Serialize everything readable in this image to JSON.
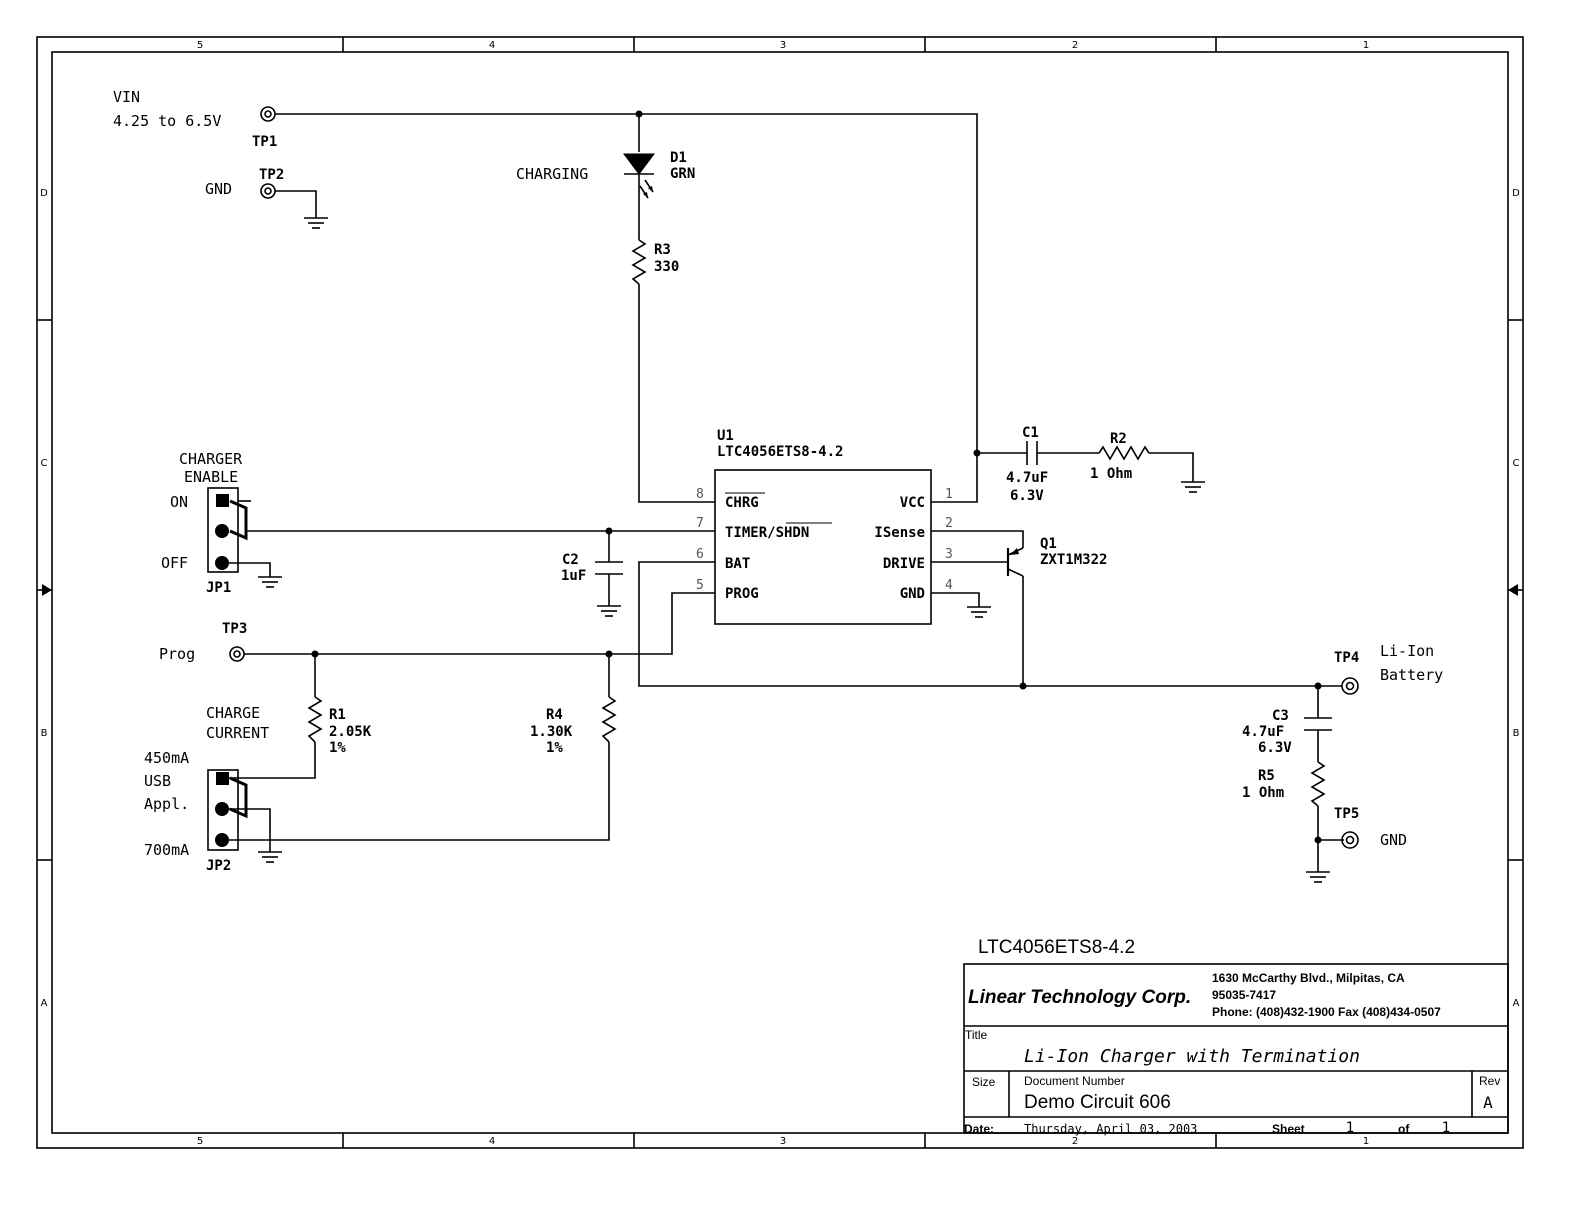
{
  "frame": {
    "columns": [
      "5",
      "4",
      "3",
      "2",
      "1"
    ],
    "rows": [
      "D",
      "C",
      "B",
      "A"
    ]
  },
  "labels": {
    "vin_name": "VIN",
    "vin_range": "4.25 to 6.5V",
    "tp1": "TP1",
    "tp2": "TP2",
    "gnd_top": "GND",
    "charging": "CHARGING",
    "d1_ref": "D1",
    "d1_val": "GRN",
    "r3_ref": "R3",
    "r3_val": "330",
    "u1_ref": "U1",
    "u1_part": "LTC4056ETS8-4.2",
    "c1_ref": "C1",
    "c1_val1": "4.7uF",
    "c1_val2": "6.3V",
    "r2_ref": "R2",
    "r2_val": "1 Ohm",
    "charger_enable_1": "CHARGER",
    "charger_enable_2": "ENABLE",
    "on": "ON",
    "off": "OFF",
    "jp1": "JP1",
    "c2_ref": "C2",
    "c2_val": "1uF",
    "q1_ref": "Q1",
    "q1_part": "ZXT1M322",
    "tp3": "TP3",
    "prog": "Prog",
    "charge_current_1": "CHARGE",
    "charge_current_2": "CURRENT",
    "r1_ref": "R1",
    "r1_val1": "2.05K",
    "r1_val2": "1%",
    "r4_ref": "R4",
    "r4_val1": "1.30K",
    "r4_val2": "1%",
    "jp2_450": "450mA",
    "jp2_usb": "USB",
    "jp2_appl": "Appl.",
    "jp2_700": "700mA",
    "jp2": "JP2",
    "tp4": "TP4",
    "battery_1": "Li-Ion",
    "battery_2": "Battery",
    "c3_ref": "C3",
    "c3_val1": "4.7uF",
    "c3_val2": "6.3V",
    "r5_ref": "R5",
    "r5_val": "1 Ohm",
    "tp5": "TP5",
    "gnd_bottom": "GND"
  },
  "ic": {
    "pins_left": [
      {
        "num": "8",
        "name": "CHRG"
      },
      {
        "num": "7",
        "name": "TIMER/SHDN"
      },
      {
        "num": "6",
        "name": "BAT"
      },
      {
        "num": "5",
        "name": "PROG"
      }
    ],
    "pins_right": [
      {
        "num": "1",
        "name": "VCC"
      },
      {
        "num": "2",
        "name": "ISense"
      },
      {
        "num": "3",
        "name": "DRIVE"
      },
      {
        "num": "4",
        "name": "GND"
      }
    ]
  },
  "title_block": {
    "heading": "LTC4056ETS8-4.2",
    "company": "Linear Technology Corp.",
    "address1": "1630 McCarthy Blvd., Milpitas, CA",
    "address2": "95035-7417",
    "phone": "Phone: (408)432-1900 Fax (408)434-0507",
    "title_label": "Title",
    "title": "Li-Ion Charger with Termination",
    "size_label": "Size",
    "docnum_label": "Document Number",
    "docnum": "Demo Circuit 606",
    "rev_label": "Rev",
    "rev": "A",
    "date_label": "Date:",
    "date": "Thursday, April 03, 2003",
    "sheet_label": "Sheet",
    "sheet": "1",
    "of_label": "of",
    "of": "1"
  }
}
